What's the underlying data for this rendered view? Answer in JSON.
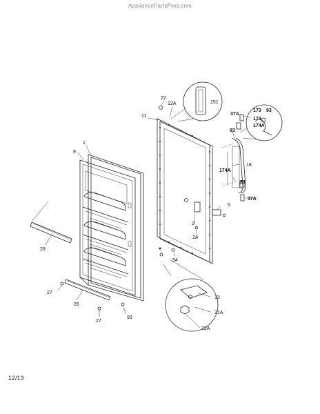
{
  "watermark": "AppliancePartsPros.com",
  "footer_code": "12/13",
  "callouts": {
    "c1": "1",
    "c9": "9",
    "c11": "11",
    "c22": "22",
    "c12A": "12A",
    "c151": "151",
    "c37A_top": "37A",
    "c173": "173",
    "c93_top": "93",
    "c174": "174",
    "c174A_top": "174A",
    "c93_mid": "93",
    "c174A_left": "174A",
    "c18": "18",
    "c93_low": "93",
    "c37A_bottom": "37A",
    "c5": "5",
    "c2": "2",
    "c2A": "2A",
    "c54": "54",
    "c28": "28",
    "c27_left": "27",
    "c26": "26",
    "c27_bottom": "27",
    "c93_bottom": "93",
    "c13": "13",
    "c21A": "21A",
    "c22A": "22A"
  }
}
